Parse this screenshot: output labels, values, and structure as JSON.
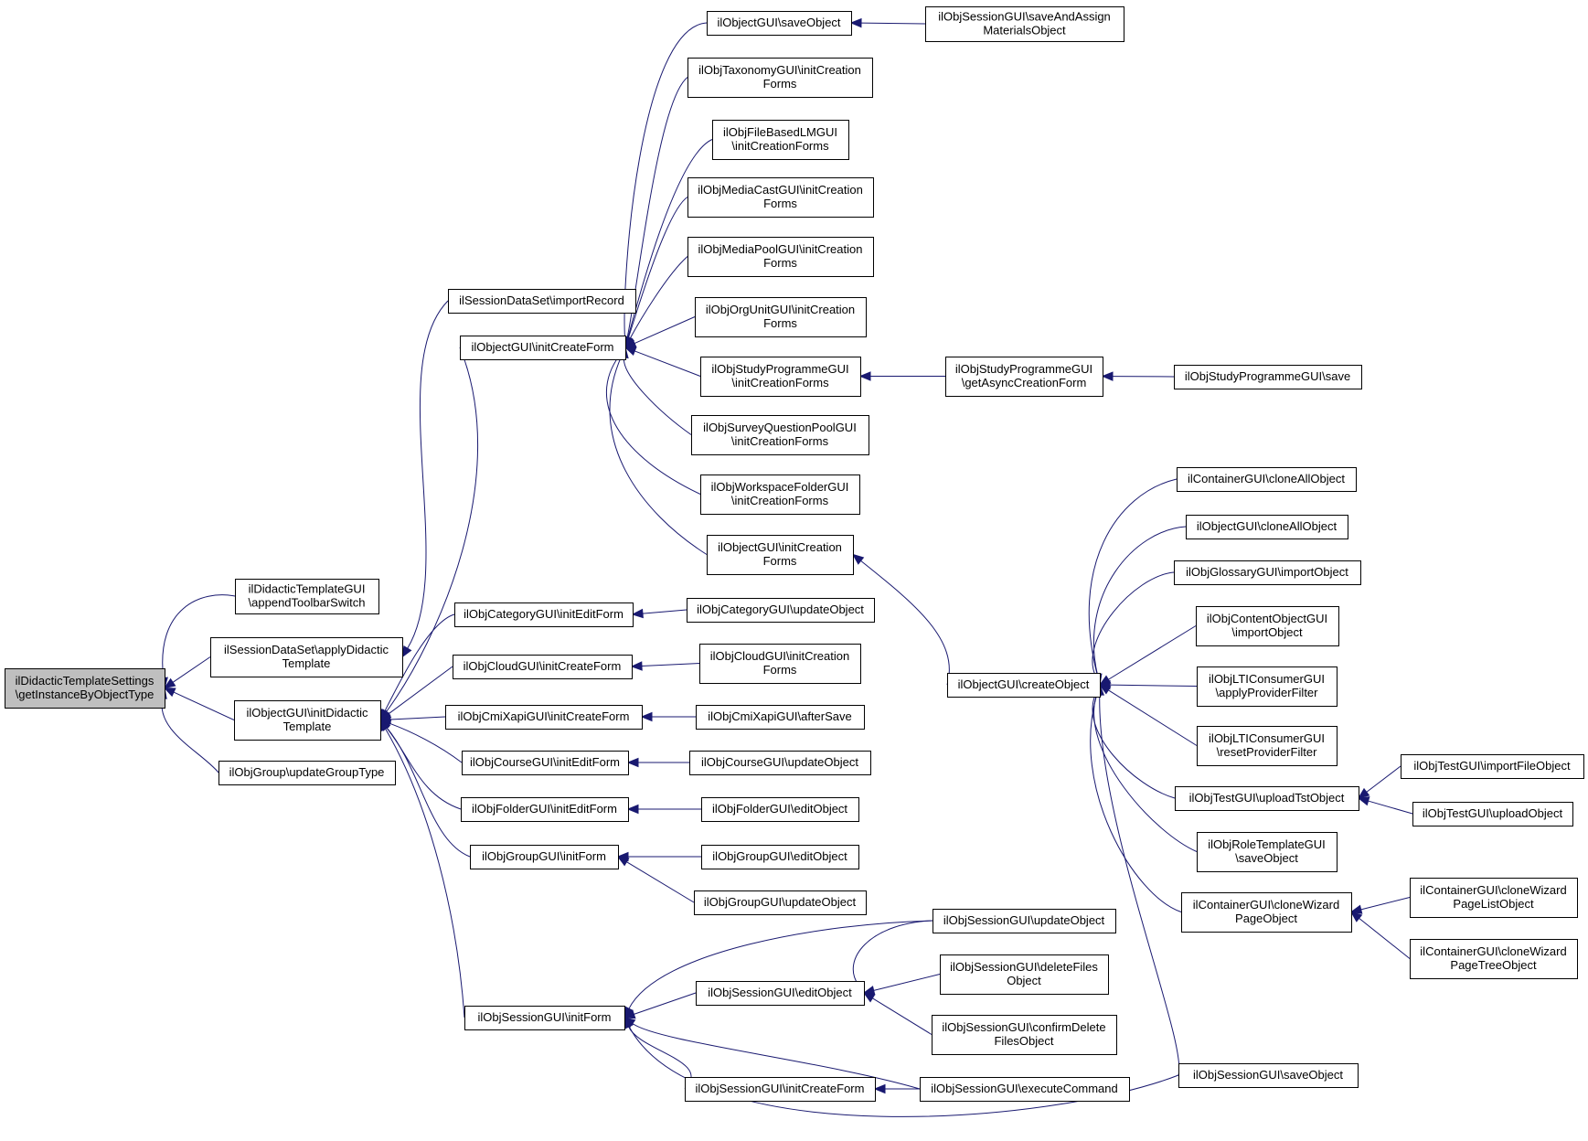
{
  "diagram": {
    "nodes": [
      {
        "id": "root",
        "lines": [
          "ilDidacticTemplateSettings",
          "\\getInstanceByObjectType"
        ],
        "root": true
      },
      {
        "id": "dtgui_append",
        "lines": [
          "ilDidacticTemplateGUI",
          "\\appendToolbarSwitch"
        ]
      },
      {
        "id": "sds_apply",
        "lines": [
          "ilSessionDataSet\\applyDidactic",
          "Template"
        ]
      },
      {
        "id": "og_initdid",
        "lines": [
          "ilObjectGUI\\initDidactic",
          "Template"
        ]
      },
      {
        "id": "grp_update",
        "lines": [
          "ilObjGroup\\updateGroupType"
        ]
      },
      {
        "id": "sds_import",
        "lines": [
          "ilSessionDataSet\\importRecord"
        ]
      },
      {
        "id": "og_initcreate",
        "lines": [
          "ilObjectGUI\\initCreateForm"
        ]
      },
      {
        "id": "cat_initedit",
        "lines": [
          "ilObjCategoryGUI\\initEditForm"
        ]
      },
      {
        "id": "cloud_initcreate",
        "lines": [
          "ilObjCloudGUI\\initCreateForm"
        ]
      },
      {
        "id": "cmi_initcreate",
        "lines": [
          "ilObjCmiXapiGUI\\initCreateForm"
        ]
      },
      {
        "id": "crs_initedit",
        "lines": [
          "ilObjCourseGUI\\initEditForm"
        ]
      },
      {
        "id": "fold_initedit",
        "lines": [
          "ilObjFolderGUI\\initEditForm"
        ]
      },
      {
        "id": "grpgui_initform",
        "lines": [
          "ilObjGroupGUI\\initForm"
        ]
      },
      {
        "id": "sess_initform",
        "lines": [
          "ilObjSessionGUI\\initForm"
        ]
      },
      {
        "id": "og_save",
        "lines": [
          "ilObjectGUI\\saveObject"
        ]
      },
      {
        "id": "tax_icf",
        "lines": [
          "ilObjTaxonomyGUI\\initCreation",
          "Forms"
        ]
      },
      {
        "id": "fblm_icf",
        "lines": [
          "ilObjFileBasedLMGUI",
          "\\initCreationForms"
        ]
      },
      {
        "id": "mcast_icf",
        "lines": [
          "ilObjMediaCastGUI\\initCreation",
          "Forms"
        ]
      },
      {
        "id": "mpool_icf",
        "lines": [
          "ilObjMediaPoolGUI\\initCreation",
          "Forms"
        ]
      },
      {
        "id": "orgu_icf",
        "lines": [
          "ilObjOrgUnitGUI\\initCreation",
          "Forms"
        ]
      },
      {
        "id": "prg_icf",
        "lines": [
          "ilObjStudyProgrammeGUI",
          "\\initCreationForms"
        ]
      },
      {
        "id": "sqp_icf",
        "lines": [
          "ilObjSurveyQuestionPoolGUI",
          "\\initCreationForms"
        ]
      },
      {
        "id": "wsp_icf",
        "lines": [
          "ilObjWorkspaceFolderGUI",
          "\\initCreationForms"
        ]
      },
      {
        "id": "og_icf",
        "lines": [
          "ilObjectGUI\\initCreation",
          "Forms"
        ]
      },
      {
        "id": "cat_update",
        "lines": [
          "ilObjCategoryGUI\\updateObject"
        ]
      },
      {
        "id": "cloud_icf",
        "lines": [
          "ilObjCloudGUI\\initCreation",
          "Forms"
        ]
      },
      {
        "id": "cmi_aftersave",
        "lines": [
          "ilObjCmiXapiGUI\\afterSave"
        ]
      },
      {
        "id": "crs_update",
        "lines": [
          "ilObjCourseGUI\\updateObject"
        ]
      },
      {
        "id": "fold_edit",
        "lines": [
          "ilObjFolderGUI\\editObject"
        ]
      },
      {
        "id": "grpgui_edit",
        "lines": [
          "ilObjGroupGUI\\editObject"
        ]
      },
      {
        "id": "grpgui_update",
        "lines": [
          "ilObjGroupGUI\\updateObject"
        ]
      },
      {
        "id": "sess_update",
        "lines": [
          "ilObjSessionGUI\\updateObject"
        ]
      },
      {
        "id": "sess_edit",
        "lines": [
          "ilObjSessionGUI\\editObject"
        ]
      },
      {
        "id": "sess_delfiles",
        "lines": [
          "ilObjSessionGUI\\deleteFiles",
          "Object"
        ]
      },
      {
        "id": "sess_confirm",
        "lines": [
          "ilObjSessionGUI\\confirmDelete",
          "FilesObject"
        ]
      },
      {
        "id": "sess_initcreate",
        "lines": [
          "ilObjSessionGUI\\initCreateForm"
        ]
      },
      {
        "id": "sess_exec",
        "lines": [
          "ilObjSessionGUI\\executeCommand"
        ]
      },
      {
        "id": "sess_saveassign",
        "lines": [
          "ilObjSessionGUI\\saveAndAssign",
          "MaterialsObject"
        ]
      },
      {
        "id": "prg_getasync",
        "lines": [
          "ilObjStudyProgrammeGUI",
          "\\getAsyncCreationForm"
        ]
      },
      {
        "id": "prg_save",
        "lines": [
          "ilObjStudyProgrammeGUI\\save"
        ]
      },
      {
        "id": "og_create",
        "lines": [
          "ilObjectGUI\\createObject"
        ]
      },
      {
        "id": "cont_cloneall",
        "lines": [
          "ilContainerGUI\\cloneAllObject"
        ]
      },
      {
        "id": "og_cloneall",
        "lines": [
          "ilObjectGUI\\cloneAllObject"
        ]
      },
      {
        "id": "glo_import",
        "lines": [
          "ilObjGlossaryGUI\\importObject"
        ]
      },
      {
        "id": "cobj_import",
        "lines": [
          "ilObjContentObjectGUI",
          "\\importObject"
        ]
      },
      {
        "id": "lti_apply",
        "lines": [
          "ilObjLTIConsumerGUI",
          "\\applyProviderFilter"
        ]
      },
      {
        "id": "lti_reset",
        "lines": [
          "ilObjLTIConsumerGUI",
          "\\resetProviderFilter"
        ]
      },
      {
        "id": "tst_upload",
        "lines": [
          "ilObjTestGUI\\uploadTstObject"
        ]
      },
      {
        "id": "role_save",
        "lines": [
          "ilObjRoleTemplateGUI",
          "\\saveObject"
        ]
      },
      {
        "id": "cont_wizard",
        "lines": [
          "ilContainerGUI\\cloneWizard",
          "PageObject"
        ]
      },
      {
        "id": "sess_save",
        "lines": [
          "ilObjSessionGUI\\saveObject"
        ]
      },
      {
        "id": "tst_importfile",
        "lines": [
          "ilObjTestGUI\\importFileObject"
        ]
      },
      {
        "id": "tst_uploadobj",
        "lines": [
          "ilObjTestGUI\\uploadObject"
        ]
      },
      {
        "id": "cont_wiz_list",
        "lines": [
          "ilContainerGUI\\cloneWizard",
          "PageListObject"
        ]
      },
      {
        "id": "cont_wiz_tree",
        "lines": [
          "ilContainerGUI\\cloneWizard",
          "PageTreeObject"
        ]
      }
    ]
  },
  "colors": {
    "edge": "#191970",
    "root_fill": "#bfbfbf",
    "node_fill": "#ffffff",
    "node_stroke": "#000000"
  }
}
